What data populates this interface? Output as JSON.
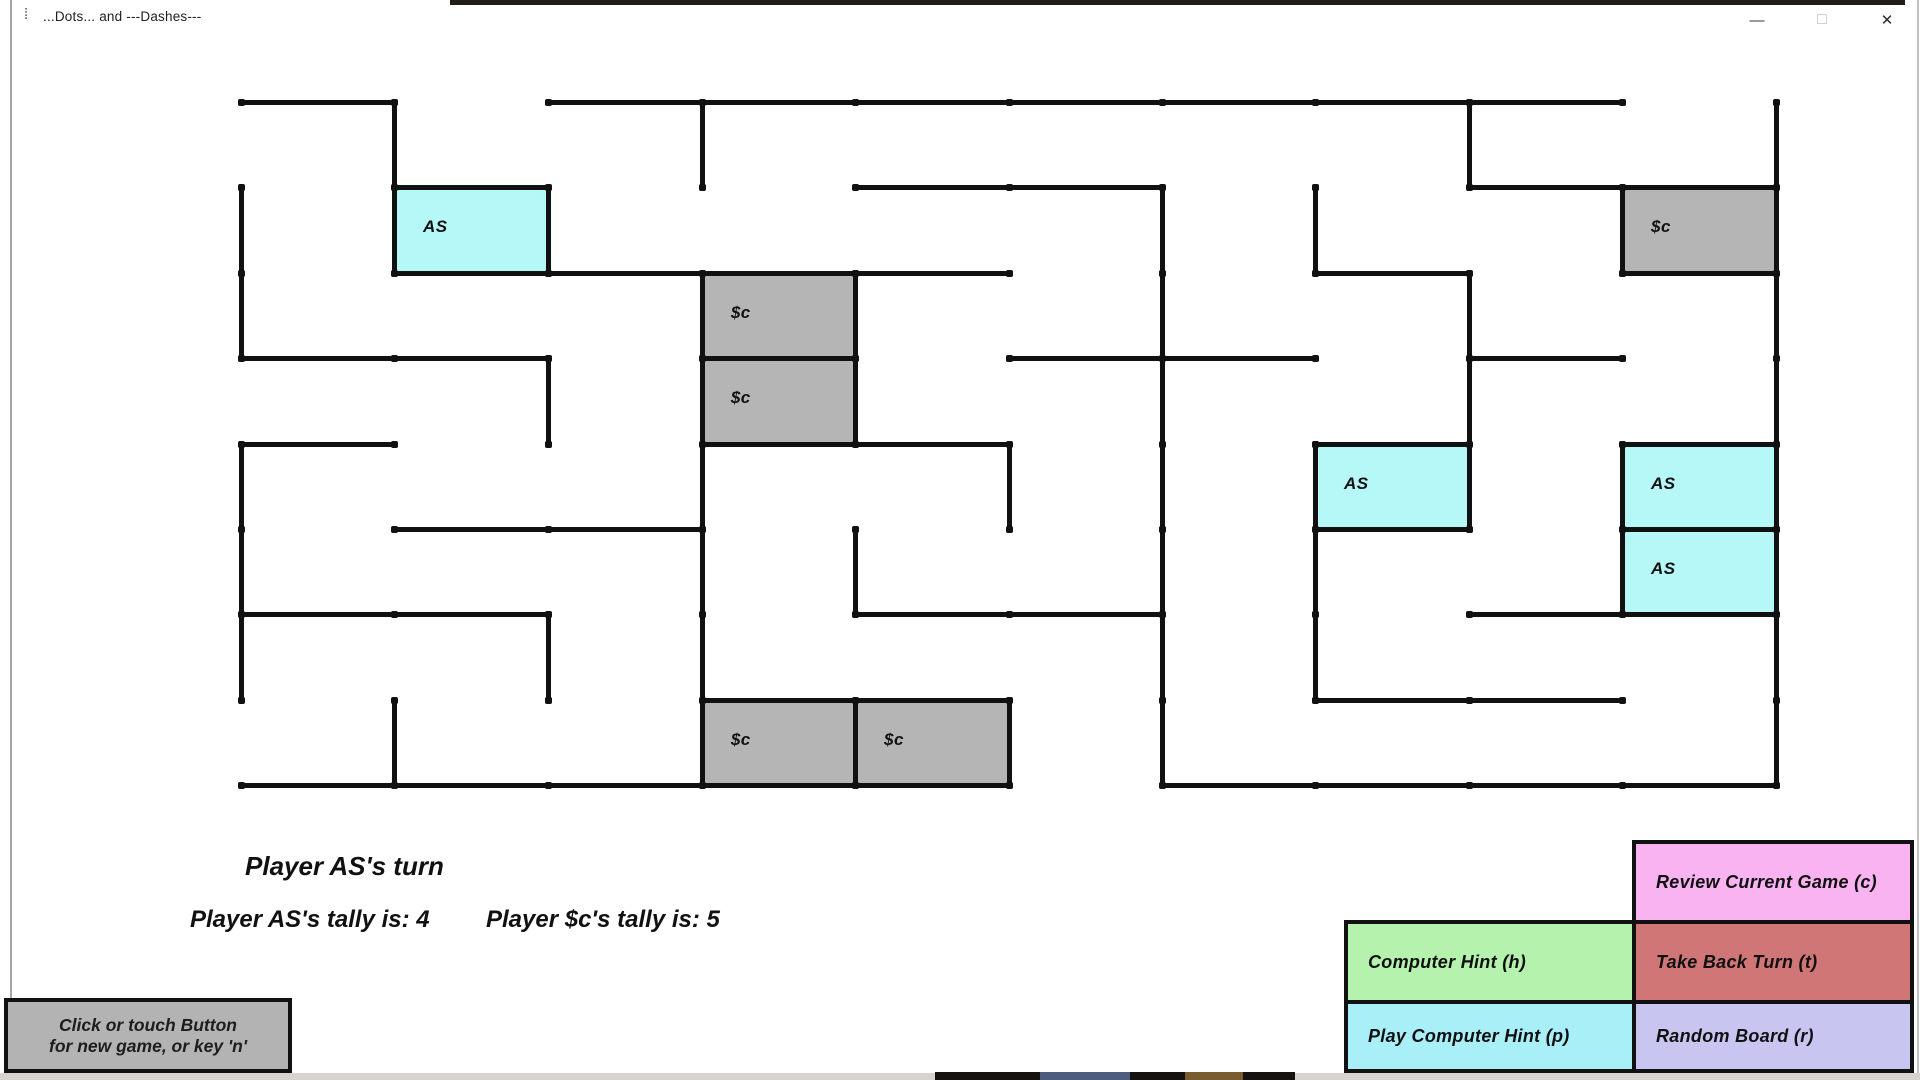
{
  "window": {
    "title": "...Dots... and ---Dashes---",
    "icon_glyph": "⁞",
    "controls": {
      "minimize": "—",
      "maximize": "□",
      "close": "✕"
    }
  },
  "board": {
    "cols": [
      241,
      394,
      548,
      702,
      855,
      1009,
      1162,
      1315,
      1469,
      1622,
      1776
    ],
    "rows": [
      102,
      187,
      273,
      358,
      444,
      529,
      614,
      700,
      785
    ],
    "line_color": "#111111",
    "h_edges": [
      [
        0,
        0
      ],
      [
        0,
        2
      ],
      [
        0,
        3
      ],
      [
        0,
        4
      ],
      [
        0,
        5
      ],
      [
        0,
        6
      ],
      [
        0,
        7
      ],
      [
        0,
        8
      ],
      [
        1,
        1
      ],
      [
        1,
        4
      ],
      [
        1,
        5
      ],
      [
        1,
        8
      ],
      [
        1,
        9
      ],
      [
        2,
        1
      ],
      [
        2,
        2
      ],
      [
        2,
        3
      ],
      [
        2,
        4
      ],
      [
        2,
        7
      ],
      [
        2,
        9
      ],
      [
        3,
        0
      ],
      [
        3,
        1
      ],
      [
        3,
        3
      ],
      [
        3,
        5
      ],
      [
        3,
        6
      ],
      [
        3,
        8
      ],
      [
        4,
        0
      ],
      [
        4,
        3
      ],
      [
        4,
        4
      ],
      [
        4,
        7
      ],
      [
        4,
        9
      ],
      [
        5,
        1
      ],
      [
        5,
        2
      ],
      [
        5,
        7
      ],
      [
        5,
        9
      ],
      [
        6,
        0
      ],
      [
        6,
        1
      ],
      [
        6,
        4
      ],
      [
        6,
        5
      ],
      [
        6,
        8
      ],
      [
        6,
        9
      ],
      [
        7,
        3
      ],
      [
        7,
        4
      ],
      [
        7,
        7
      ],
      [
        7,
        8
      ],
      [
        8,
        0
      ],
      [
        8,
        1
      ],
      [
        8,
        2
      ],
      [
        8,
        3
      ],
      [
        8,
        4
      ],
      [
        8,
        6
      ],
      [
        8,
        7
      ],
      [
        8,
        8
      ],
      [
        8,
        9
      ]
    ],
    "v_edges": [
      [
        0,
        1
      ],
      [
        0,
        2
      ],
      [
        0,
        4
      ],
      [
        0,
        5
      ],
      [
        0,
        6
      ],
      [
        1,
        0
      ],
      [
        1,
        1
      ],
      [
        1,
        7
      ],
      [
        2,
        1
      ],
      [
        2,
        3
      ],
      [
        2,
        6
      ],
      [
        3,
        0
      ],
      [
        3,
        2
      ],
      [
        3,
        3
      ],
      [
        3,
        4
      ],
      [
        3,
        5
      ],
      [
        3,
        6
      ],
      [
        3,
        7
      ],
      [
        4,
        2
      ],
      [
        4,
        3
      ],
      [
        4,
        5
      ],
      [
        4,
        7
      ],
      [
        5,
        4
      ],
      [
        5,
        7
      ],
      [
        6,
        1
      ],
      [
        6,
        2
      ],
      [
        6,
        3
      ],
      [
        6,
        4
      ],
      [
        6,
        5
      ],
      [
        6,
        6
      ],
      [
        6,
        7
      ],
      [
        7,
        1
      ],
      [
        7,
        4
      ],
      [
        7,
        5
      ],
      [
        7,
        6
      ],
      [
        8,
        0
      ],
      [
        8,
        2
      ],
      [
        8,
        3
      ],
      [
        8,
        4
      ],
      [
        9,
        1
      ],
      [
        9,
        4
      ],
      [
        9,
        5
      ],
      [
        10,
        0
      ],
      [
        10,
        1
      ],
      [
        10,
        2
      ],
      [
        10,
        3
      ],
      [
        10,
        4
      ],
      [
        10,
        5
      ],
      [
        10,
        6
      ],
      [
        10,
        7
      ]
    ],
    "boxes": [
      {
        "row": 1,
        "col": 1,
        "owner": "AS"
      },
      {
        "row": 1,
        "col": 9,
        "owner": "$c"
      },
      {
        "row": 2,
        "col": 3,
        "owner": "$c"
      },
      {
        "row": 3,
        "col": 3,
        "owner": "$c"
      },
      {
        "row": 4,
        "col": 7,
        "owner": "AS"
      },
      {
        "row": 4,
        "col": 9,
        "owner": "AS"
      },
      {
        "row": 5,
        "col": 9,
        "owner": "AS"
      },
      {
        "row": 7,
        "col": 3,
        "owner": "$c"
      },
      {
        "row": 7,
        "col": 4,
        "owner": "$c"
      }
    ],
    "owner_colors": {
      "AS": "#b6f8f8",
      "$c": "#b5b5b5"
    }
  },
  "status": {
    "turn": "Player AS's turn",
    "tally_as": "Player AS's tally is: 4",
    "tally_c": "Player $c's tally is: 5"
  },
  "new_game_button": {
    "line1": "Click or touch Button",
    "line2": "for new game, or key 'n'",
    "bg": "#b3b3b3"
  },
  "action_buttons": [
    {
      "id": "review",
      "label": "Review Current Game (c)",
      "bg": "#f8b3f0"
    },
    {
      "id": "hint",
      "label": "Computer Hint (h)",
      "bg": "#b4f2ad"
    },
    {
      "id": "takeback",
      "label": "Take Back Turn (t)",
      "bg": "#d17676"
    },
    {
      "id": "playhint",
      "label": "Play Computer Hint (p)",
      "bg": "#a9eff8"
    },
    {
      "id": "random",
      "label": "Random Board (r)",
      "bg": "#c8c5f0"
    }
  ]
}
